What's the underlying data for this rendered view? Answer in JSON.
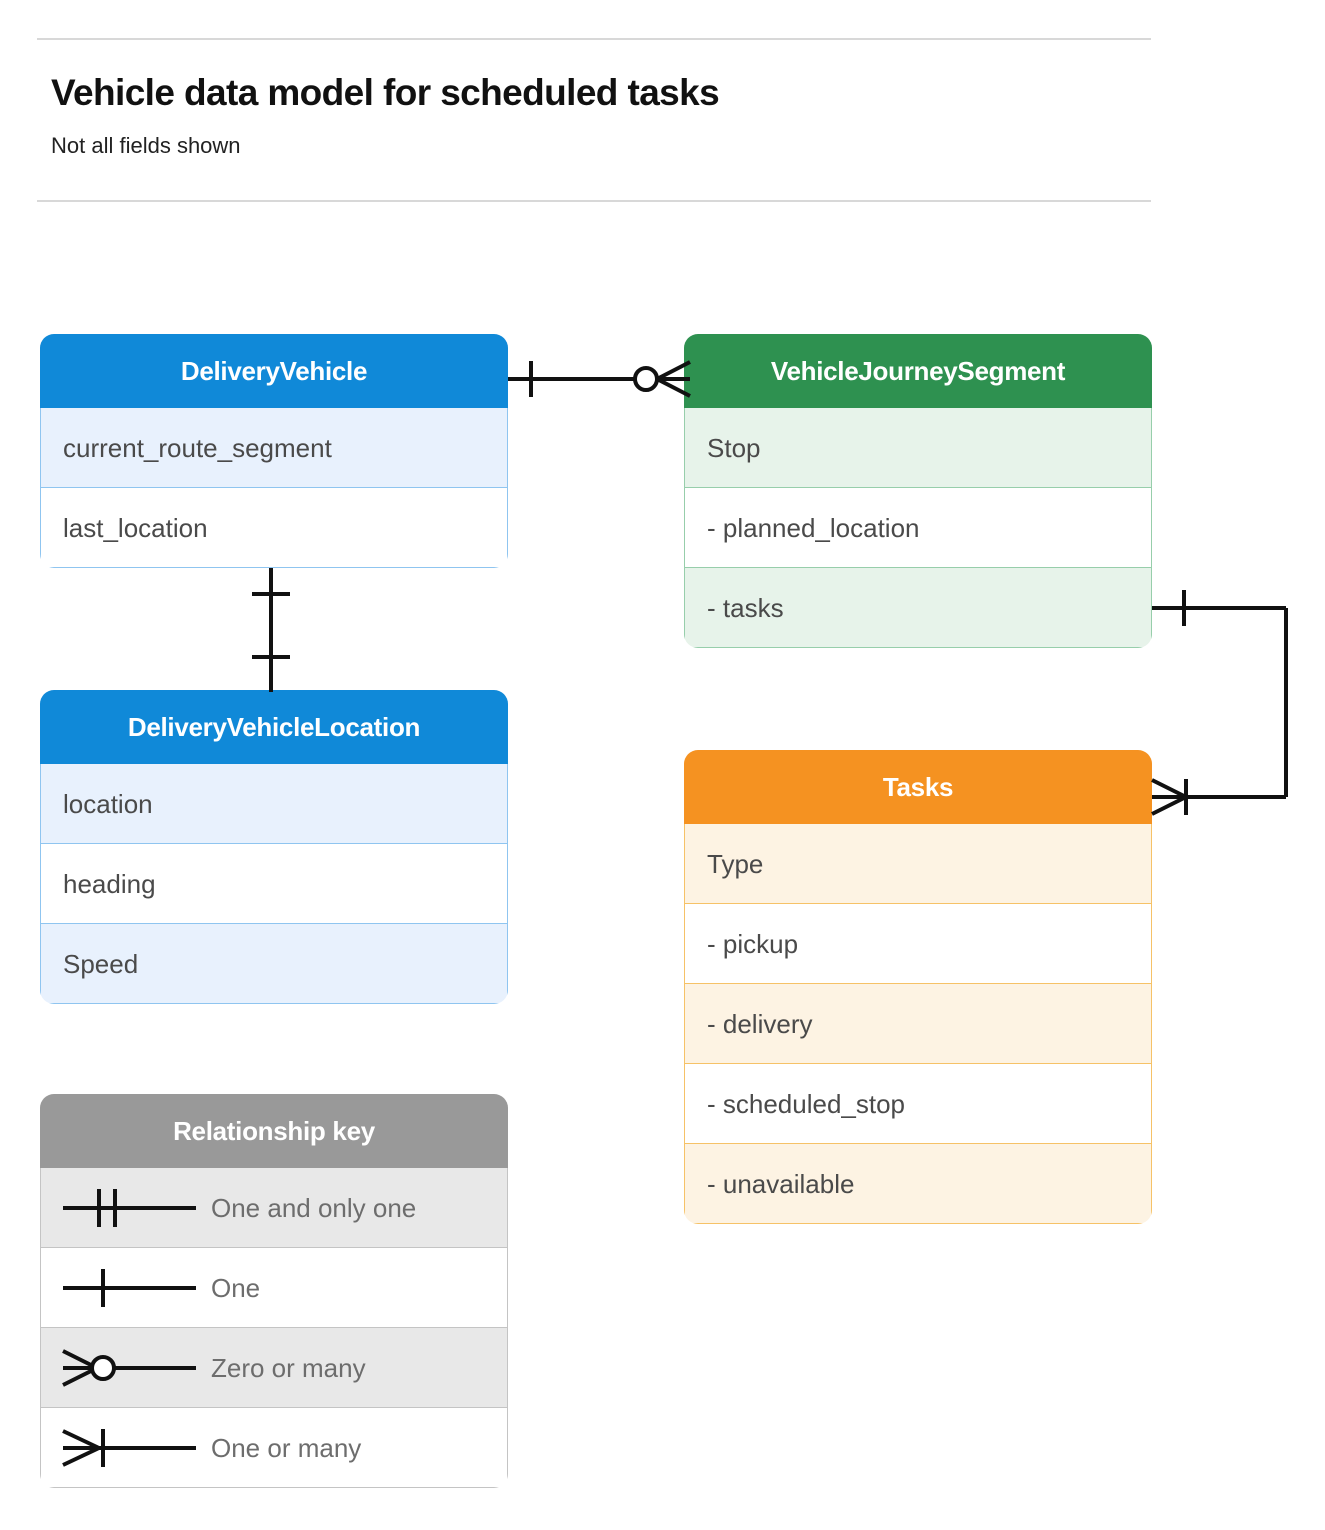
{
  "page": {
    "title": "Vehicle data model for scheduled tasks",
    "subtitle": "Not all fields shown"
  },
  "colors": {
    "blue_header": "#1089d8",
    "blue_row": "#e8f1fd",
    "blue_border": "#8fc5f0",
    "green_header": "#2e9150",
    "green_row": "#e7f3ea",
    "green_border": "#97ceab",
    "orange_header": "#f59221",
    "orange_row": "#fdf3e3",
    "orange_border": "#f6c267",
    "gray_header": "#999999",
    "gray_row": "#e8e8e8",
    "gray_border": "#c4c4c4",
    "connector": "#111111",
    "rule": "#d8d8d8"
  },
  "entities": [
    {
      "id": "delivery-vehicle",
      "name": "DeliveryVehicle",
      "theme": "blue",
      "fields": [
        "current_route_segment",
        "last_location"
      ]
    },
    {
      "id": "journey-segment",
      "name": "VehicleJourneySegment",
      "theme": "green",
      "fields": [
        "Stop",
        "-  planned_location",
        "- tasks"
      ]
    },
    {
      "id": "vehicle-location",
      "name": "DeliveryVehicleLocation",
      "theme": "blue",
      "fields": [
        "location",
        "heading",
        "Speed"
      ]
    },
    {
      "id": "tasks",
      "name": "Tasks",
      "theme": "orange",
      "fields": [
        "Type",
        "-  pickup",
        "-  delivery",
        "-  scheduled_stop",
        "-  unavailable"
      ]
    }
  ],
  "legend": {
    "title": "Relationship key",
    "rows": [
      {
        "symbol": "one-and-only-one-symbol",
        "label": "One and only one"
      },
      {
        "symbol": "one-symbol",
        "label": "One"
      },
      {
        "symbol": "zero-or-many-symbol",
        "label": "Zero or many"
      },
      {
        "symbol": "one-or-many-symbol",
        "label": "One or many"
      }
    ]
  },
  "relationships": [
    {
      "id": "deliveryvehicle-to-journeysegment",
      "from": "DeliveryVehicle",
      "to": "VehicleJourneySegment",
      "from_cardinality": "One",
      "to_cardinality": "Zero or many"
    },
    {
      "id": "deliveryvehicle-to-vehiclelocation",
      "from": "DeliveryVehicle",
      "to": "DeliveryVehicleLocation",
      "from_cardinality": "One",
      "to_cardinality": "One"
    },
    {
      "id": "journeysegment-tasks-to-tasks",
      "from": "VehicleJourneySegment.tasks",
      "to": "Tasks",
      "from_cardinality": "One",
      "to_cardinality": "One or many"
    }
  ]
}
